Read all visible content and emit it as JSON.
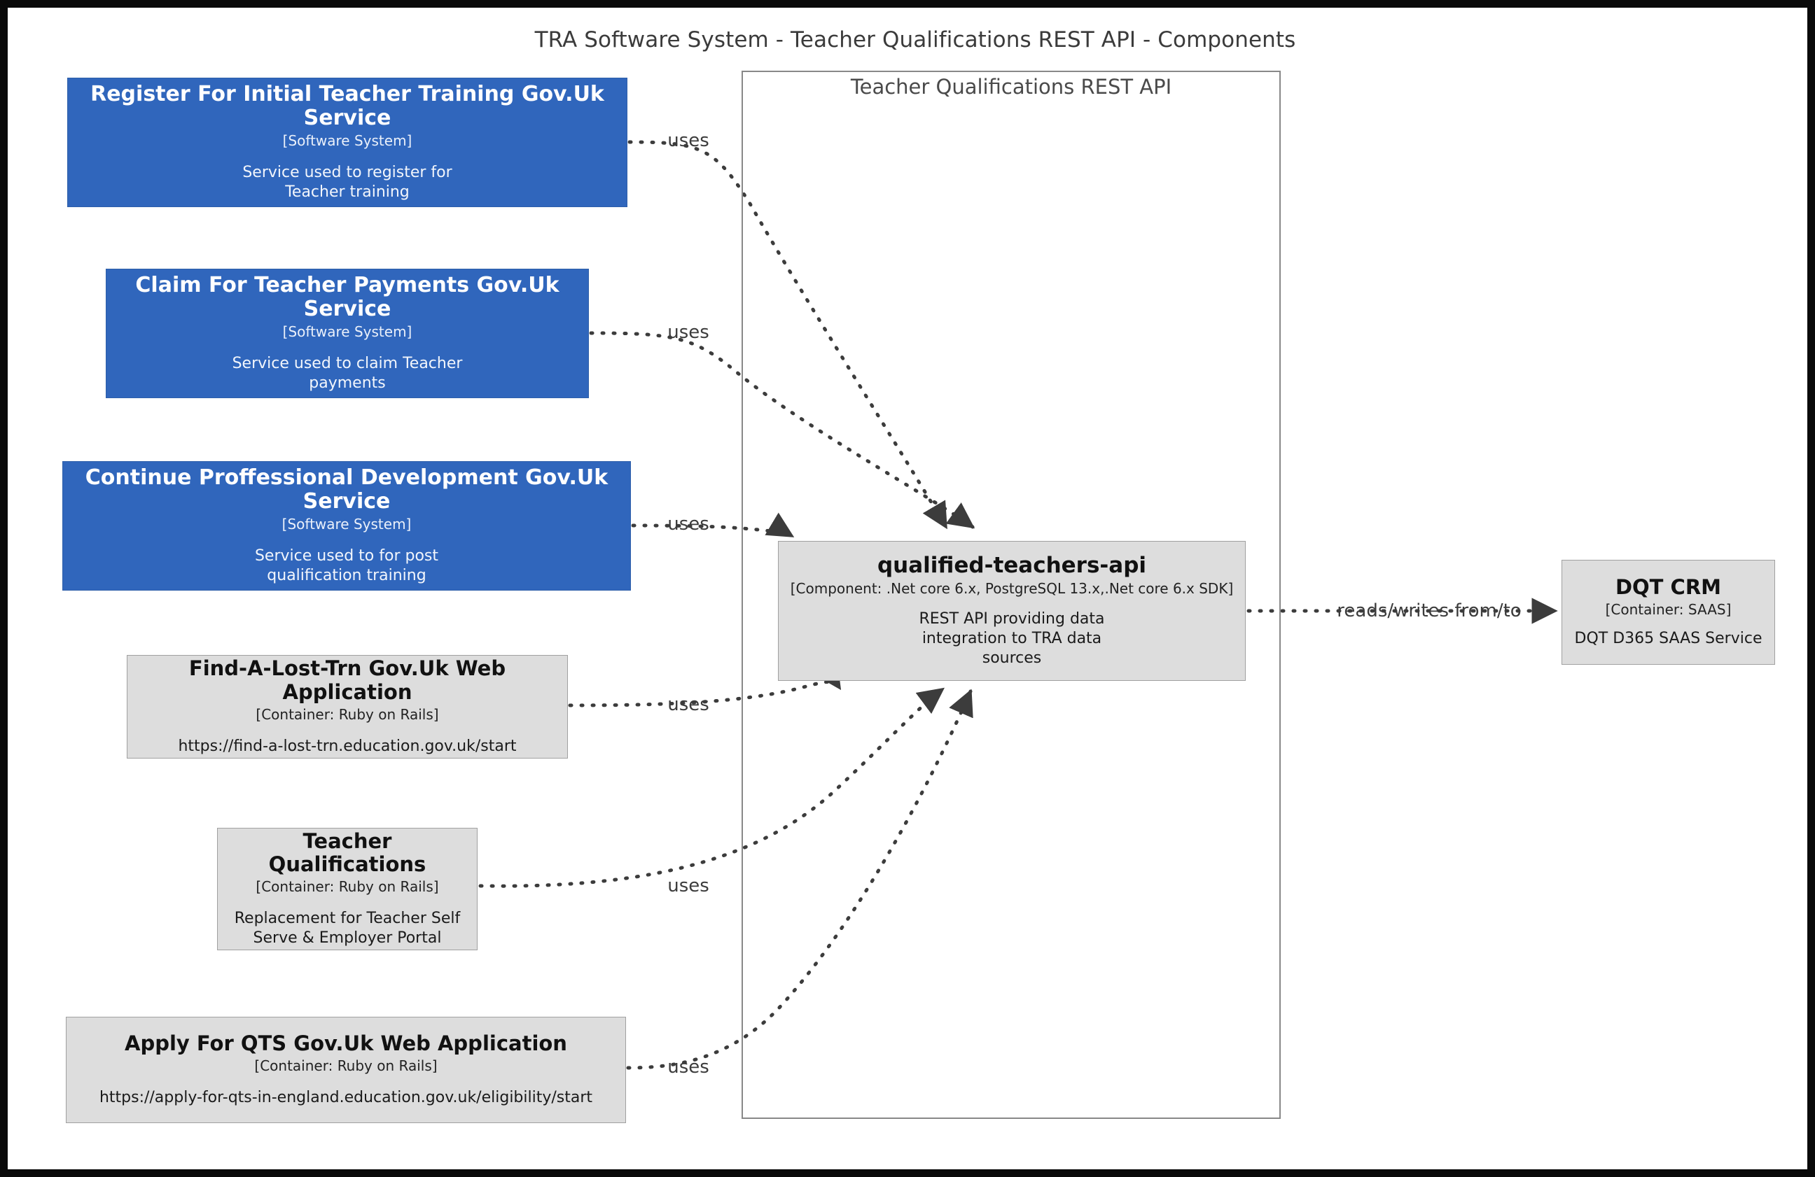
{
  "diagram": {
    "title": "TRA Software System - Teacher Qualifications REST API - Components",
    "type": "c4-component-diagram"
  },
  "boundary": {
    "label": "Teacher Qualifications REST API"
  },
  "colors": {
    "system_fill": "#3066bc",
    "system_text": "#ffffff",
    "container_fill": "#dddddd",
    "container_border": "#a0a0a0",
    "edge": "#3c3c3c",
    "boundary_border": "#888888",
    "page_background": "#ffffff"
  },
  "nodes": [
    {
      "id": "register-for-initial-teacher-training",
      "title": "Register For Initial Teacher Training Gov.Uk Service",
      "tech": "[Software System]",
      "desc": "Service used to register for\nTeacher training",
      "style": "system"
    },
    {
      "id": "claim-for-teacher-payments",
      "title": "Claim For Teacher Payments Gov.Uk Service",
      "tech": "[Software System]",
      "desc": "Service used to claim Teacher\npayments",
      "style": "system"
    },
    {
      "id": "continue-proffessional-development",
      "title": "Continue Proffessional Development Gov.Uk Service",
      "tech": "[Software System]",
      "desc": "Service used to for post\nqualification training",
      "style": "system"
    },
    {
      "id": "find-a-lost-trn",
      "title": "Find-A-Lost-Trn Gov.Uk Web Application",
      "tech": "[Container: Ruby on Rails]",
      "desc": "https://find-a-lost-trn.education.gov.uk/start",
      "style": "container"
    },
    {
      "id": "teacher-qualifications",
      "title": "Teacher Qualifications",
      "tech": "[Container: Ruby on Rails]",
      "desc": "Replacement for Teacher Self\nServe & Employer Portal",
      "style": "container"
    },
    {
      "id": "apply-for-qts",
      "title": "Apply For QTS Gov.Uk Web Application",
      "tech": "[Container: Ruby on Rails]",
      "desc": "https://apply-for-qts-in-england.education.gov.uk/eligibility/start",
      "style": "container"
    },
    {
      "id": "qualified-teachers-api",
      "title": "qualified-teachers-api",
      "tech": "[Component: .Net core 6.x, PostgreSQL 13.x,.Net core 6.x SDK]",
      "desc": "REST API providing data\nintegration to TRA data\nsources",
      "style": "component"
    },
    {
      "id": "dqt-crm",
      "title": "DQT CRM",
      "tech": "[Container: SAAS]",
      "desc": "DQT D365 SAAS Service",
      "style": "container"
    }
  ],
  "relationships": [
    {
      "id": "rel-register-api",
      "from": "register-for-initial-teacher-training",
      "to": "qualified-teachers-api",
      "label": "uses"
    },
    {
      "id": "rel-claim-api",
      "from": "claim-for-teacher-payments",
      "to": "qualified-teachers-api",
      "label": "uses"
    },
    {
      "id": "rel-cpd-api",
      "from": "continue-proffessional-development",
      "to": "qualified-teachers-api",
      "label": "uses"
    },
    {
      "id": "rel-findtrn-api",
      "from": "find-a-lost-trn",
      "to": "qualified-teachers-api",
      "label": "uses"
    },
    {
      "id": "rel-teachquals-api",
      "from": "teacher-qualifications",
      "to": "qualified-teachers-api",
      "label": "uses"
    },
    {
      "id": "rel-applyqts-api",
      "from": "apply-for-qts",
      "to": "qualified-teachers-api",
      "label": "uses"
    },
    {
      "id": "rel-api-dqt",
      "from": "qualified-teachers-api",
      "to": "dqt-crm",
      "label": "reads/writes from/to"
    }
  ]
}
